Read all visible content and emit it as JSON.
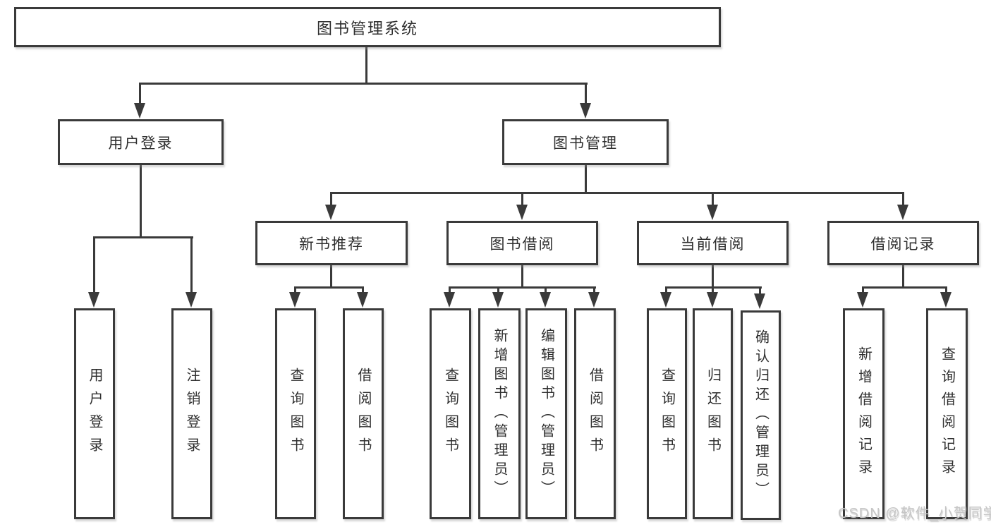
{
  "diagram_title": "图书管理系统",
  "nodes": {
    "root": {
      "label": "图书管理系统"
    },
    "user_login": {
      "label": "用户登录"
    },
    "book_management": {
      "label": "图书管理"
    },
    "new_book_recommend": {
      "label": "新书推荐"
    },
    "book_borrow": {
      "label": "图书借阅"
    },
    "current_borrow": {
      "label": "当前借阅"
    },
    "borrow_records": {
      "label": "借阅记录"
    },
    "leaf_user_login": {
      "label": "用户登录"
    },
    "leaf_logout": {
      "label": "注销登录"
    },
    "leaf_query_book_recommend": {
      "label": "查询图书"
    },
    "leaf_borrow_book_recommend": {
      "label": "借阅图书"
    },
    "leaf_query_book_borrow": {
      "label": "查询图书"
    },
    "leaf_add_book_admin": {
      "label": "新增图书（管理员）"
    },
    "leaf_edit_book_admin": {
      "label": "编辑图书（管理员）"
    },
    "leaf_borrow_book": {
      "label": "借阅图书"
    },
    "leaf_query_book_current": {
      "label": "查询图书"
    },
    "leaf_return_book": {
      "label": "归还图书"
    },
    "leaf_confirm_return_admin": {
      "label": "确认归还（管理员）"
    },
    "leaf_add_borrow_record": {
      "label": "新增借阅记录"
    },
    "leaf_query_borrow_record": {
      "label": "查询借阅记录"
    }
  },
  "hierarchy": {
    "图书管理系统": {
      "用户登录": [
        "用户登录",
        "注销登录"
      ],
      "图书管理": {
        "新书推荐": [
          "查询图书",
          "借阅图书"
        ],
        "图书借阅": [
          "查询图书",
          "新增图书（管理员）",
          "编辑图书（管理员）",
          "借阅图书"
        ],
        "当前借阅": [
          "查询图书",
          "归还图书",
          "确认归还（管理员）"
        ],
        "借阅记录": [
          "新增借阅记录",
          "查询借阅记录"
        ]
      }
    }
  },
  "watermark": {
    "text": "CSDN @软件_小贺同学"
  },
  "colors": {
    "line": "#3a3a3a",
    "text": "#2f2f2f",
    "box_background": "#ffffff",
    "watermark": "#c6c6c6"
  }
}
